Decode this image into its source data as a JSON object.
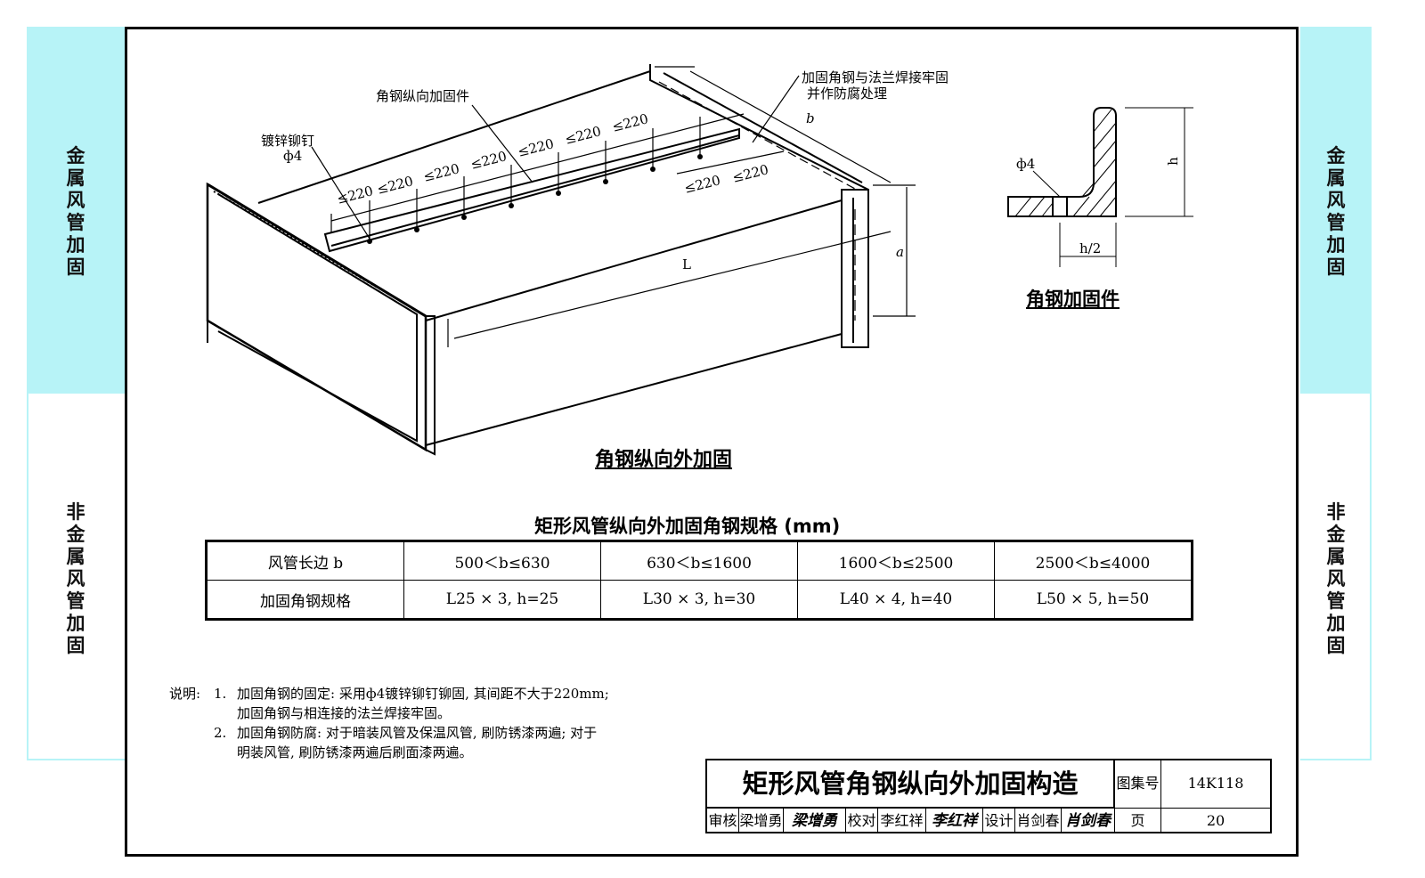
{
  "side_labels": {
    "metal": "金属风管加固",
    "nonmetal": "非金属风管加固"
  },
  "drawing": {
    "annotations": {
      "angle_reinforcement": "角钢纵向加固件",
      "weld_line1": "加固角钢与法兰焊接牢固",
      "weld_line2": "并作防腐处理",
      "rivet_line1": "镀锌铆钉",
      "rivet_line2": "ф4",
      "dim_b": "b",
      "dim_a": "a",
      "dim_L": "L",
      "spacing": "≤220"
    },
    "figure_title": "角钢纵向外加固",
    "section": {
      "phi": "ф4",
      "h": "h",
      "h_half": "h/2",
      "title": "角钢加固件"
    }
  },
  "table": {
    "title": "矩形风管纵向外加固角钢规格 (mm)",
    "rows": [
      [
        "风管长边 b",
        "500＜b≤630",
        "630＜b≤1600",
        "1600＜b≤2500",
        "2500＜b≤4000"
      ],
      [
        "加固角钢规格",
        "L25 × 3, h=25",
        "L30 × 3, h=30",
        "L40 × 4, h=40",
        "L50 × 5, h=50"
      ]
    ]
  },
  "notes": {
    "label": "说明:",
    "items": [
      {
        "num": "1.",
        "lines": [
          "加固角钢的固定: 采用ф4镀锌铆钉铆固, 其间距不大于220mm;",
          "加固角钢与相连接的法兰焊接牢固。"
        ]
      },
      {
        "num": "2.",
        "lines": [
          "加固角钢防腐: 对于暗装风管及保温风管, 刷防锈漆两遍; 对于",
          "明装风管, 刷防锈漆两遍后刷面漆两遍。"
        ]
      }
    ]
  },
  "title_block": {
    "title": "矩形风管角钢纵向外加固构造",
    "atlas_label": "图集号",
    "atlas_no": "14K118",
    "review_label": "审核",
    "review_name": "梁增勇",
    "review_sig": "梁增勇",
    "check_label": "校对",
    "check_name": "李红祥",
    "check_sig": "李红祥",
    "design_label": "设计",
    "design_name": "肖剑春",
    "design_sig": "肖剑春",
    "page_label": "页",
    "page_no": "20"
  }
}
